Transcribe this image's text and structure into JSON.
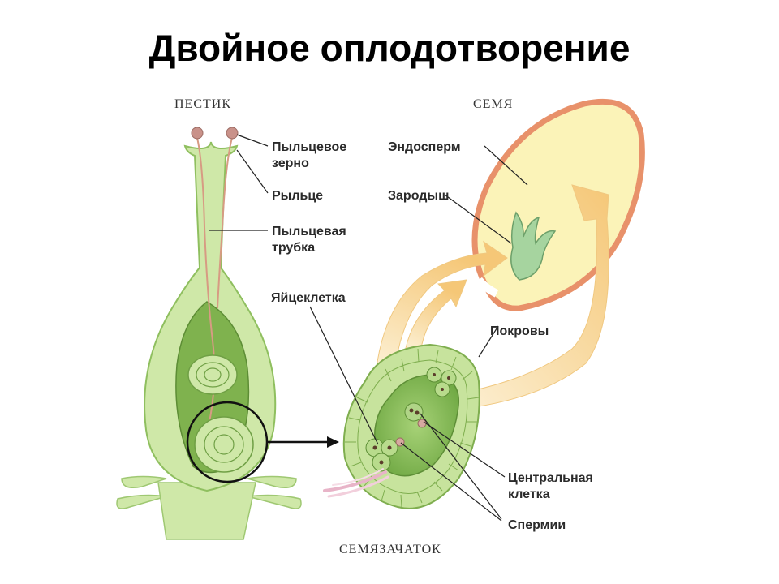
{
  "title": "Двойное оплодотворение",
  "labels": {
    "pistil": "ПЕСТИК",
    "seed": "СЕМЯ",
    "ovule": "СЕМЯЗАЧАТОК",
    "pollen_grain_1": "Пыльцевое",
    "pollen_grain_2": "зерно",
    "stigma": "Рыльце",
    "pollen_tube_1": "Пыльцевая",
    "pollen_tube_2": "трубка",
    "egg_cell": "Яйцеклетка",
    "endosperm": "Эндосперм",
    "embryo": "Зародыш",
    "coats": "Покровы",
    "central_cell_1": "Центральная",
    "central_cell_2": "клетка",
    "sperms": "Спермии"
  },
  "colors": {
    "pistil_fill": "#cfe8a8",
    "pistil_stroke": "#8fbf5f",
    "ovary_dark": "#8fc15c",
    "seed_fill": "#fbf3b8",
    "seed_coat": "#e8916a",
    "arrow_fill": "#f7d89a",
    "embryo": "#a6d49f",
    "pollen": "#c9928a"
  }
}
